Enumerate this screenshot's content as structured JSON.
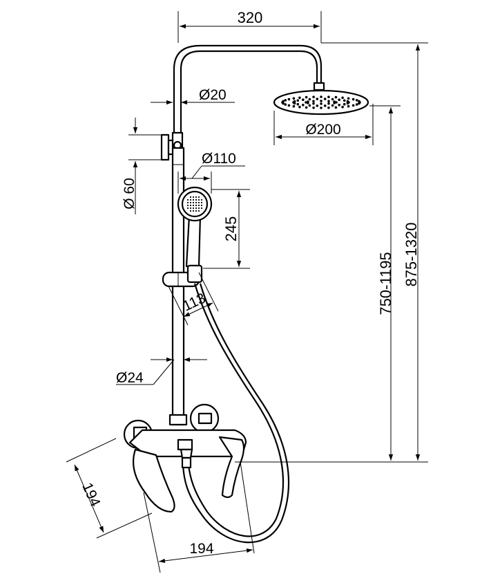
{
  "drawing": {
    "dimensions": {
      "rail_spacing": "320",
      "pipe_diameter": "Ø20",
      "head_diameter": "Ø200",
      "flange_diameter": "Ø 60",
      "hand_shower_diameter": "Ø110",
      "hand_shower_length": "245",
      "holder_length": "113",
      "riser_diameter": "Ø24",
      "height_range_inner": "750-1195",
      "height_range_outer": "875-1320",
      "mixer_depth": "194",
      "mixer_width": "194"
    }
  }
}
